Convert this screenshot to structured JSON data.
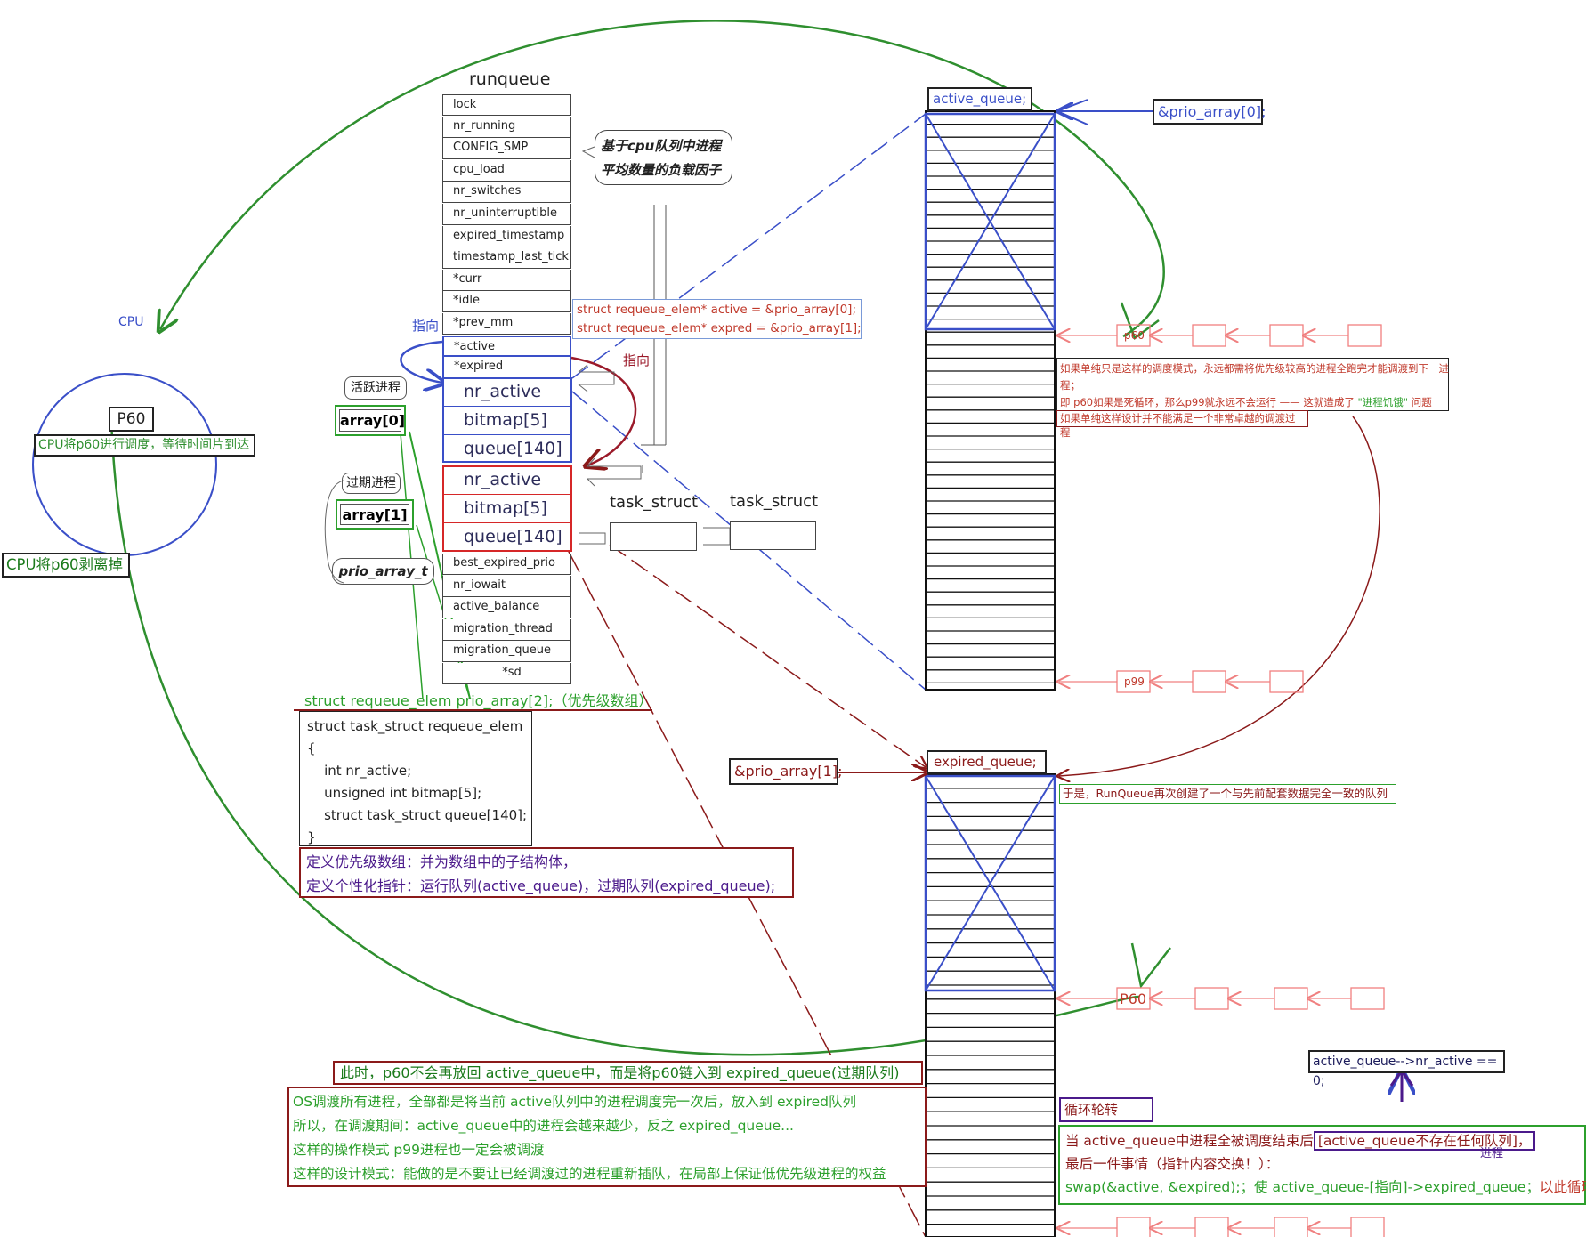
{
  "runqueue": {
    "title": "runqueue",
    "fields_top": [
      "lock",
      "nr_running",
      "CONFIG_SMP",
      "cpu_load",
      "nr_switches",
      "nr_uninterruptible",
      "expired_timestamp",
      "timestamp_last_tick",
      "*curr",
      "*idle",
      "*prev_mm",
      "*active",
      "*expired"
    ],
    "array0_fields": [
      "nr_active",
      "bitmap[5]",
      "queue[140]"
    ],
    "array1_fields": [
      "nr_active",
      "bitmap[5]",
      "queue[140]"
    ],
    "fields_bottom": [
      "best_expired_prio",
      "nr_iowait",
      "active_balance",
      "migration_thread",
      "migration_queue",
      "*sd"
    ]
  },
  "callouts": {
    "cpu_load_note_line1": "基于cpu队列中进程",
    "cpu_load_note_line2": "平均数量的负载因子",
    "active_process": "活跃进程",
    "expired_process": "过期进程",
    "array0": "array[0]",
    "array1": "array[1]",
    "prio_array_t": "prio_array_t",
    "pointer_left": "指向",
    "pointer_right": "指向",
    "task_struct_1": "task_struct",
    "task_struct_2": "task_struct"
  },
  "pointer_decl": {
    "line1": "struct requeue_elem* active = &prio_array[0];",
    "line2": "struct requeue_elem* expred = &prio_array[1];"
  },
  "cpu": {
    "label": "CPU",
    "process": "P60",
    "scheduling_note": "CPU将p60进行调度，等待时间片到达",
    "strip_note": "CPU将p60剥离掉"
  },
  "prio_array_decl": "struct requeue_elem prio_array[2];（优先级数组）",
  "struct_code": [
    "struct task_struct requeue_elem",
    "{",
    "    int nr_active;",
    "    unsigned int bitmap[5];",
    "    struct task_struct queue[140];",
    "}"
  ],
  "define_note": {
    "line1": "定义优先级数组：并为数组中的子结构体，",
    "line2": "定义个性化指针：运行队列(active_queue)，过期队列(expired_queue);"
  },
  "active_queue": {
    "label": "active_queue;",
    "pointer": "&prio_array[0];",
    "p60": "p60",
    "p99": "p99",
    "note_line1": "如果单纯只是这样的调度模式，永远都需将优先级较高的进程全跑完才能调渡到下一进",
    "note_line2": "程；",
    "note_line3a": "即 p60如果是死循环，那么p99就永远不会运行 —— 这就造成了",
    "note_line3b": "\"进程饥饿\"",
    "note_line3c": "问题",
    "note_line4": "如果单纯这样设计并不能满足一个非常卓越的调渡过程"
  },
  "expired_queue": {
    "label": "expired_queue;",
    "pointer": "&prio_array[1];",
    "create_note": "于是，RunQueue再次创建了一个与先前配套数据完全一致的队列",
    "p60": "P60"
  },
  "p60_note": "此时，p60不会再放回 active_queue中，而是将p60链入到 expired_queue(过期队列)",
  "os_note": [
    "OS调渡所有进程，全部都是将当前 active队列中的进程调度完一次后，放入到 expired队列",
    "所以，在调渡期间：active_queue中的进程会越来越少，反之 expired_queue...",
    "这样的操作模式 p99进程也一定会被调渡",
    "这样的设计模式：能做的是不要让已经调渡过的进程重新插队，在局部上保证低优先级进程的权益"
  ],
  "cycle": {
    "label": "循环轮转",
    "condition": "active_queue-->nr_active == 0;",
    "line1a": "当 active_queue中进程全被调度结束后",
    "line1b": "[active_queue不存在任何队列",
    "line1c": "]，",
    "line1_sub": "进程",
    "line2": "最后一件事情（指针内容交换！）：",
    "line3a": "swap(&active, &expired);；使 active_queue-[指向]->expired_queue；",
    "line3b": "以此循环！"
  },
  "colors": {
    "green": "#2ca02c",
    "dark_green": "#1b7a1b",
    "blue": "#3a4fc8",
    "red": "#d62728",
    "dark_red": "#8b1a1a",
    "purple": "#4b1a8b",
    "salmon": "#f08080"
  }
}
